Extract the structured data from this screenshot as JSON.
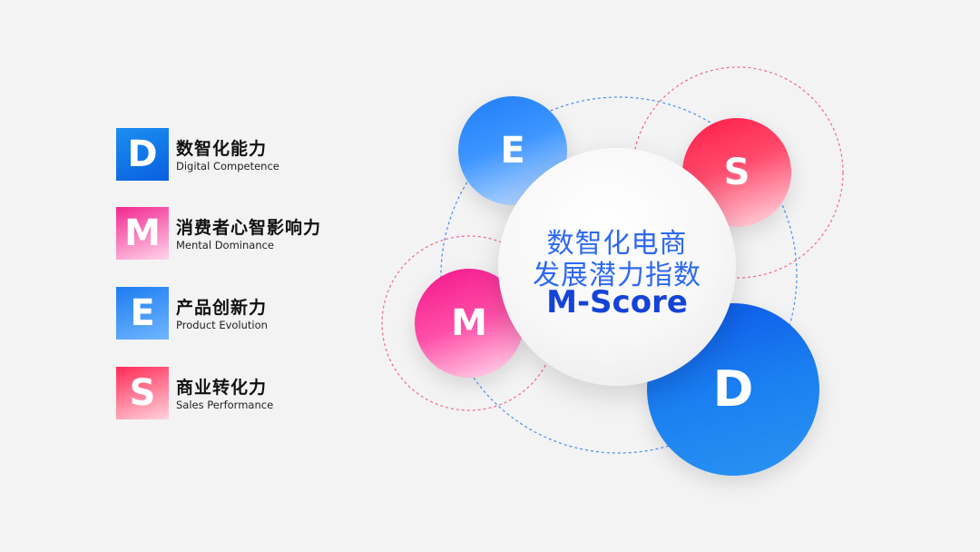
{
  "legend": [
    {
      "letter": "D",
      "title_zh": "数智化能力",
      "title_en": "Digital Competence"
    },
    {
      "letter": "M",
      "title_zh": "消费者心智影响力",
      "title_en": "Mental Dominance"
    },
    {
      "letter": "E",
      "title_zh": "产品创新力",
      "title_en": "Product Evolution"
    },
    {
      "letter": "S",
      "title_zh": "商业转化力",
      "title_en": "Sales Performance"
    }
  ],
  "center": {
    "line1": "数智化电商",
    "line2": "发展潜力指数",
    "score_label": "M-Score"
  },
  "bubbles": {
    "e": "E",
    "s": "S",
    "m": "M",
    "d": "D"
  },
  "colors": {
    "blue": "#0a5fe0",
    "pink": "#f3268f",
    "red": "#ff2a55",
    "center_text": "#2d69f0",
    "ring_blue": "#4a8df0",
    "ring_red": "#f06b80"
  }
}
